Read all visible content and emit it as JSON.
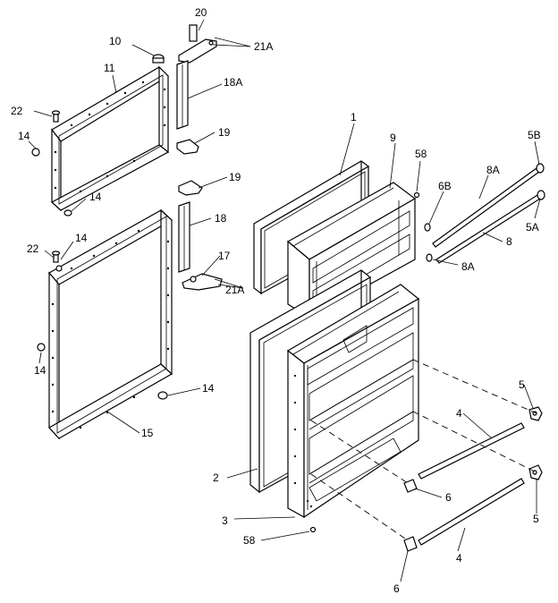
{
  "labels": {
    "l20": "20",
    "l10": "10",
    "l21a_top": "21A",
    "l11": "11",
    "l18a": "18A",
    "l22_top": "22",
    "l14_a": "14",
    "l19_a": "19",
    "l1": "1",
    "l9": "9",
    "l58_top": "58",
    "l5b": "5B",
    "l14_b": "14",
    "l19_b": "19",
    "l6b": "6B",
    "l8a_top": "8A",
    "l22_mid": "22",
    "l14_c": "14",
    "l18": "18",
    "l5a": "5A",
    "l8": "8",
    "l17": "17",
    "l8a_bot": "8A",
    "l21a_bot": "21A",
    "l14_d": "14",
    "l14_e": "14",
    "l5_top": "5",
    "l4_top": "4",
    "l15": "15",
    "l2": "2",
    "l6_mid": "6",
    "l5_bot": "5",
    "l3": "3",
    "l58_bot": "58",
    "l4_bot": "4",
    "l6_bot": "6"
  }
}
